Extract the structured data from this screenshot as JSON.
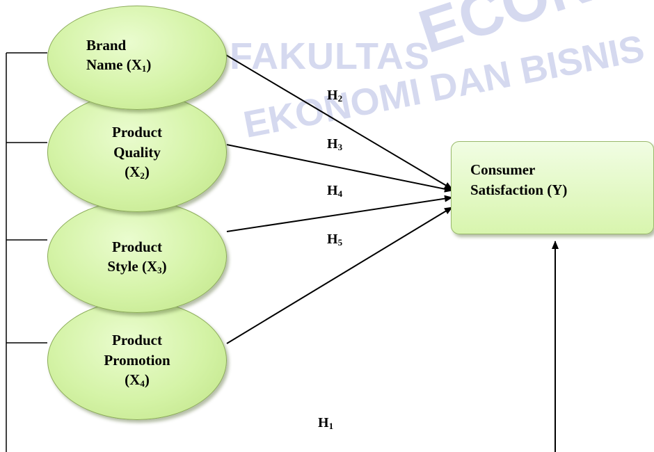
{
  "watermark": {
    "line1": "ECONOM",
    "line2": "FAKULTAS",
    "line3": "EKONOMI DAN BISNIS"
  },
  "independent_variables": [
    {
      "name": "Brand Name",
      "var": "X",
      "sub": "1",
      "line1": "Brand",
      "line2": "Name (X",
      "line2_end": ")"
    },
    {
      "name": "Product Quality",
      "var": "X",
      "sub": "2",
      "line1": "Product",
      "line2": "Quality",
      "line3": "(X",
      "line3_end": ")"
    },
    {
      "name": "Product Style",
      "var": "X",
      "sub": "3",
      "line1": "Product",
      "line2": "Style (X",
      "line2_end": ")"
    },
    {
      "name": "Product Promotion",
      "var": "X",
      "sub": "4",
      "line1": "Product",
      "line2": "Promotion",
      "line3": "(X",
      "line3_end": ")"
    }
  ],
  "dependent_variable": {
    "line1": "Consumer",
    "line2": "Satisfaction (Y)"
  },
  "hypotheses": [
    {
      "letter": "H",
      "sub": "1"
    },
    {
      "letter": "H",
      "sub": "2"
    },
    {
      "letter": "H",
      "sub": "3"
    },
    {
      "letter": "H",
      "sub": "4"
    },
    {
      "letter": "H",
      "sub": "5"
    }
  ],
  "colors": {
    "node_fill": "#d4f3a6",
    "node_border": "#8aaa58",
    "target_fill": "#d8f5ae",
    "line": "#000000",
    "watermark": "#c8cdea"
  }
}
